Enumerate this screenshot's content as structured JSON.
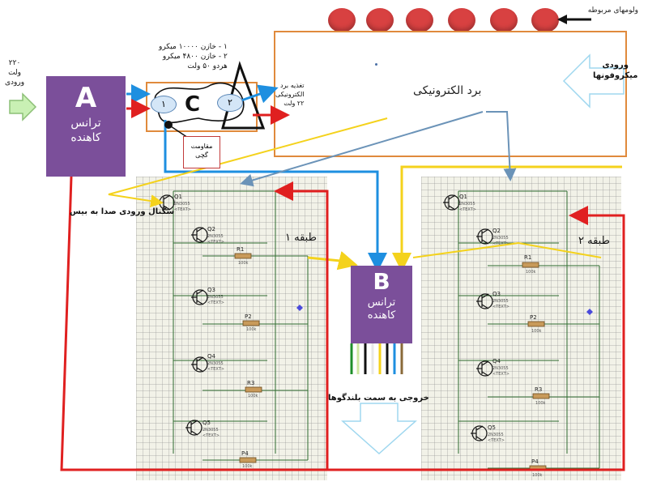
{
  "top_label": "ولومهای مربوطه",
  "input_220": [
    "۲۲۰",
    "ولت",
    "ورودی"
  ],
  "transformer_a": {
    "letter": "A",
    "label_line1": "ترانس",
    "label_line2": "کاهنده"
  },
  "transformer_b": {
    "letter": "B",
    "label_line1": "ترانس",
    "label_line2": "کاهنده"
  },
  "block_c": {
    "letter": "C",
    "cap1": "۱",
    "cap2": "۲"
  },
  "capacitor_note": [
    "۱ - خازن ۱۰۰۰۰ میکرو",
    "۲ - خازن ۴۸۰۰ میکرو",
    "هردو ۵۰ ولت"
  ],
  "board_power": [
    "تغذیه برد",
    "الکترونیکی",
    "۲۲ ولت"
  ],
  "board_label": "برد الکترونیکی",
  "mic_input": [
    "ورودی",
    "میکروفونها"
  ],
  "resistor_label": [
    "مقاومت",
    "گچی"
  ],
  "signal_label": "سگنال ورودی صدا به بیس",
  "stage1_label": "طبقه ۱",
  "stage2_label": "طبقه ۲",
  "output_label": "خروجی به سمت بلندگوها",
  "transistor_names": [
    "Q1",
    "Q2",
    "Q3",
    "Q4",
    "Q5"
  ],
  "transistor_part": "2N3055",
  "resistor_names": [
    "R1",
    "P2",
    "R3",
    "P4"
  ],
  "resistor_value": "100k",
  "text_placeholder": "<TEXT>",
  "colors": {
    "purple": "#7b4f9a",
    "red": "#e02020",
    "blue": "#1e8fe0",
    "yellow": "#f4d21c",
    "board_border": "#e08a3c",
    "knob": "#d84141"
  }
}
